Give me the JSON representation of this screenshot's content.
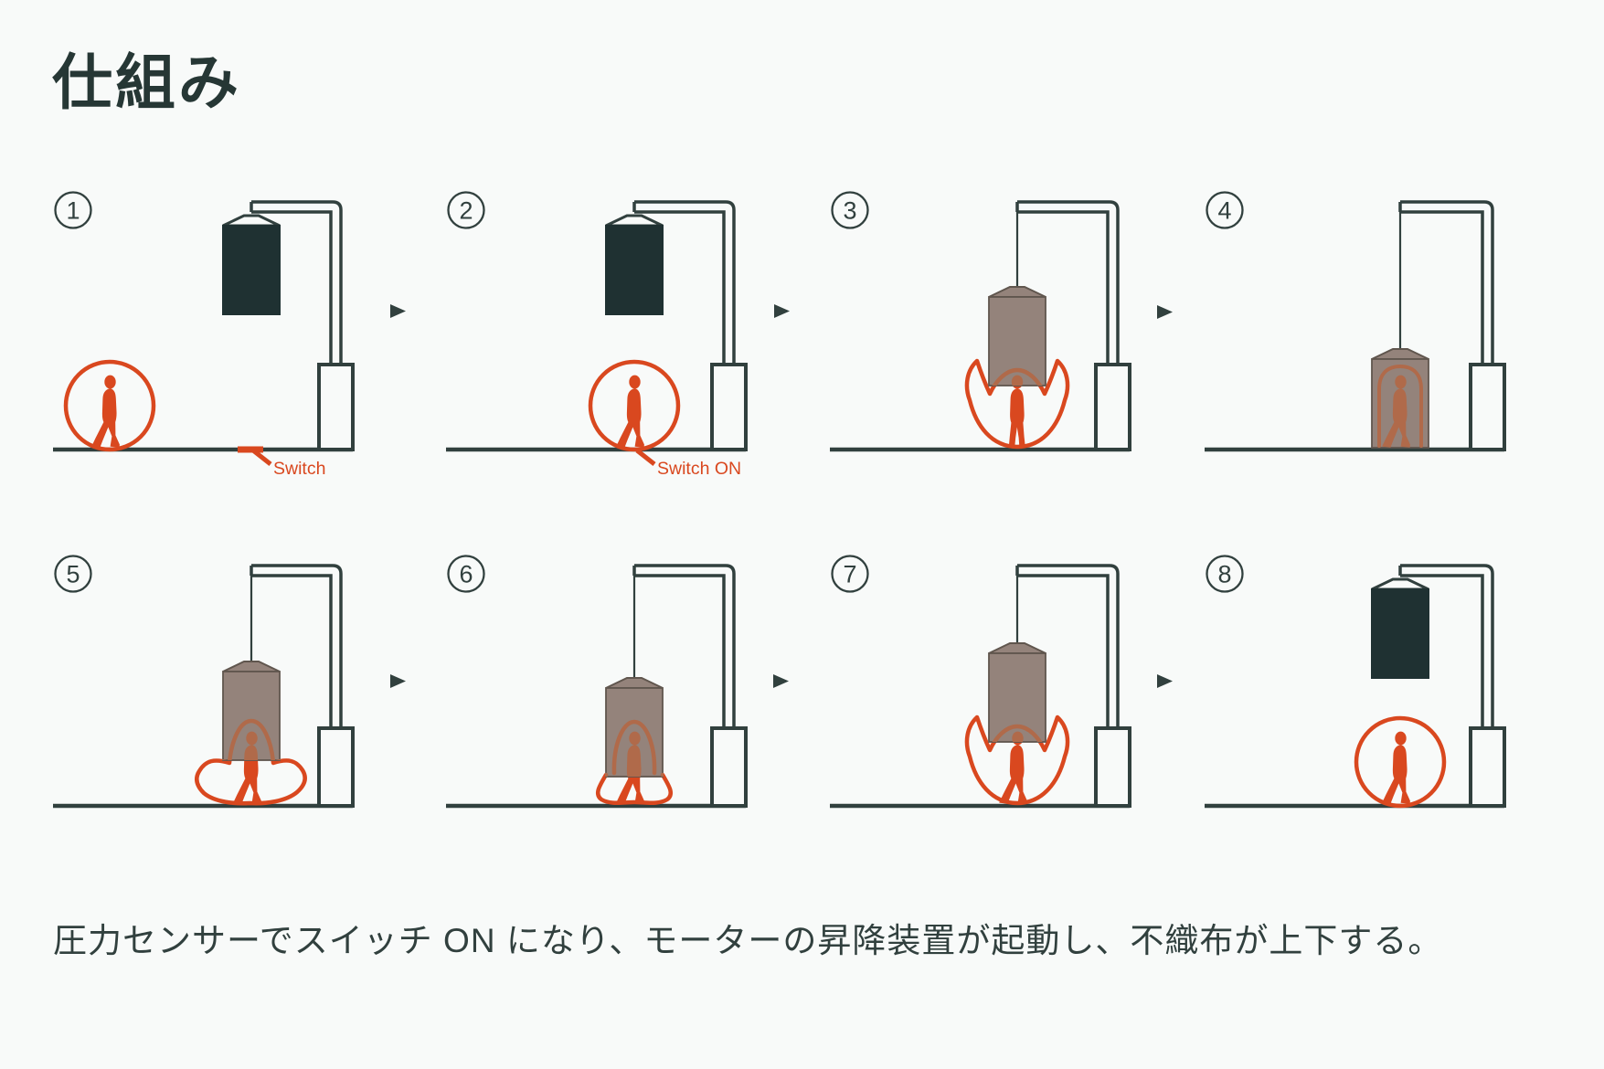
{
  "title": "仕組み",
  "caption": "圧力センサーでスイッチ ON になり、モーターの昇降装置が起動し、不織布が上下する。",
  "labels": {
    "switch": "Switch",
    "switch_on": "Switch ON"
  },
  "colors": {
    "background": "#f8faf9",
    "ink": "#31403e",
    "title_text": "#263735",
    "fabric_dark": "#1f3132",
    "fabric_tan": "#94837b",
    "fabric_tan_outline": "#60564e",
    "accent_orange": "#d9481f",
    "accent_muted": "#b06a4a"
  },
  "panels": [
    {
      "digit": "1",
      "stage": "person-approaching",
      "fabric": "up",
      "aura": "circle",
      "pose": "walk",
      "label": "Switch",
      "switch_segment": true
    },
    {
      "digit": "2",
      "stage": "person-steps-on-switch",
      "fabric": "up",
      "aura": "circle",
      "pose": "walk",
      "label": "Switch ON",
      "switch_segment": false
    },
    {
      "digit": "3",
      "stage": "fabric-lowering-over-person",
      "fabric": "mid",
      "aura": "tulip",
      "pose": "stand",
      "label": null,
      "switch_segment": false
    },
    {
      "digit": "4",
      "stage": "person-fully-covered",
      "fabric": "down",
      "aura": "arch",
      "pose": "walk",
      "label": null,
      "switch_segment": false
    },
    {
      "digit": "5",
      "stage": "fabric-rising",
      "fabric": "mid2",
      "aura": "bell",
      "pose": "walk",
      "label": null,
      "switch_segment": false
    },
    {
      "digit": "6",
      "stage": "fabric-rising-more",
      "fabric": "low",
      "aura": "dome-skirt",
      "pose": "walk",
      "label": null,
      "switch_segment": false
    },
    {
      "digit": "7",
      "stage": "fabric-almost-up",
      "fabric": "mid",
      "aura": "tulip",
      "pose": "walk",
      "label": null,
      "switch_segment": false
    },
    {
      "digit": "8",
      "stage": "person-walks-away",
      "fabric": "up",
      "aura": "circle",
      "pose": "walk",
      "label": null,
      "switch_segment": false
    }
  ],
  "step_arrow_glyph": "▶"
}
